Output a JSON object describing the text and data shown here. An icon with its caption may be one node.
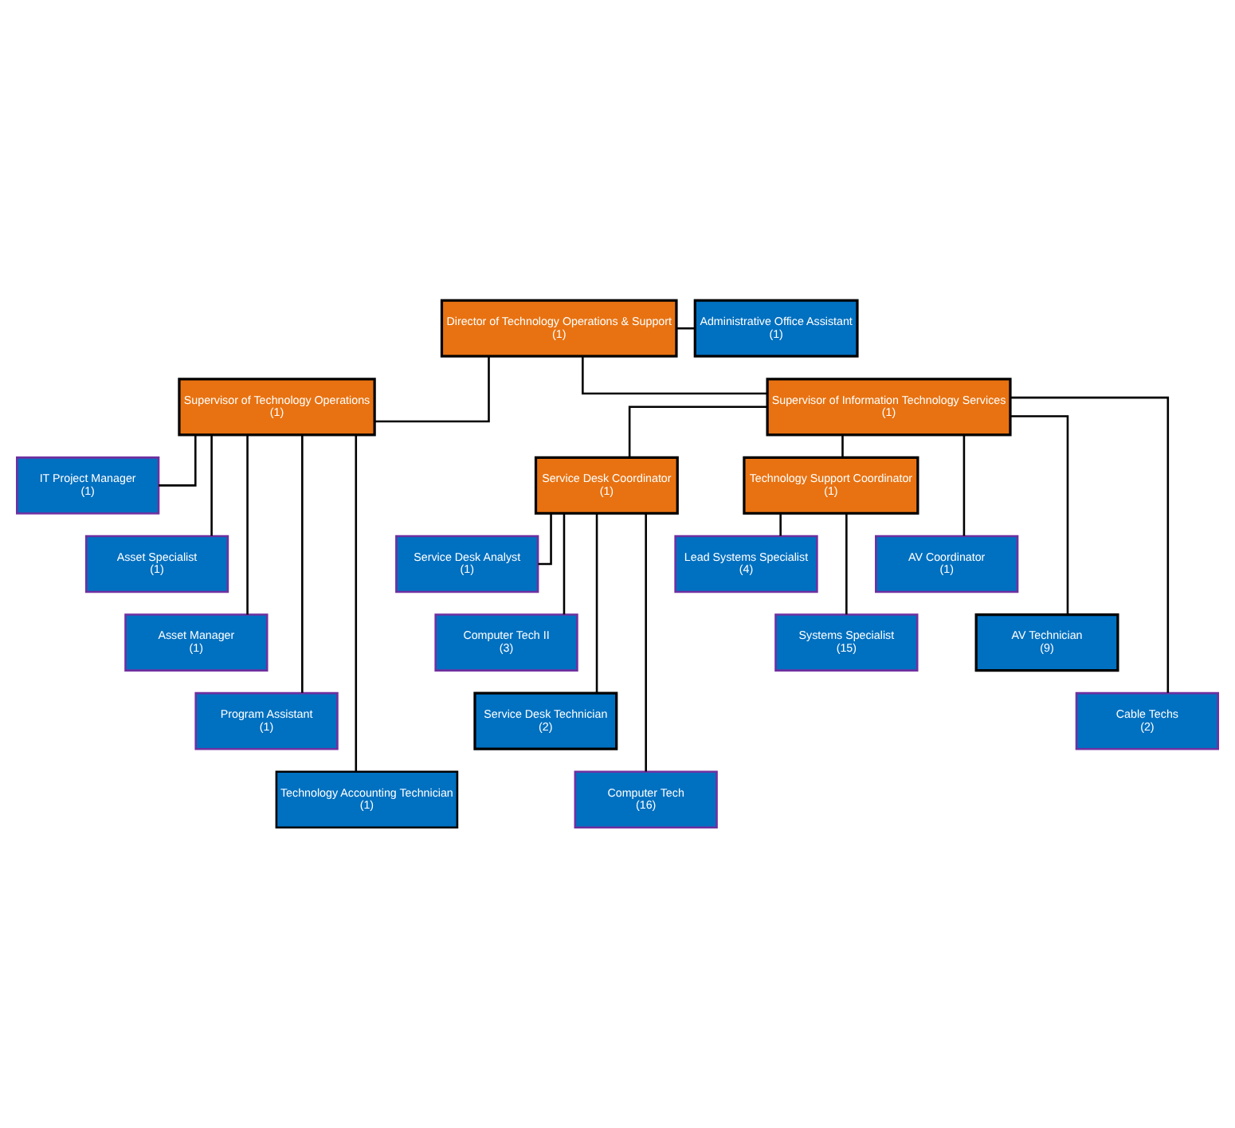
{
  "diagram": {
    "nodes": [
      {
        "text": [
          "Director of Technology Operations & Support",
          "(1)"
        ]
      },
      {
        "text": [
          "Administrative Office Assistant",
          "(1)"
        ]
      },
      {
        "text": [
          "Supervisor of Technology Operations",
          "(1)"
        ]
      },
      {
        "text": [
          "Supervisor of Information Technology Services",
          "(1)"
        ]
      },
      {
        "text": [
          "IT Project Manager",
          "(1)"
        ]
      },
      {
        "text": [
          "Asset Specialist",
          "(1)"
        ]
      },
      {
        "text": [
          "Asset Manager",
          "(1)"
        ]
      },
      {
        "text": [
          "Program Assistant",
          "(1)"
        ]
      },
      {
        "text": [
          "Technology Accounting Technician",
          "(1)"
        ]
      },
      {
        "text": [
          "Service Desk Coordinator",
          "(1)"
        ]
      },
      {
        "text": [
          "Technology Support Coordinator",
          "(1)"
        ]
      },
      {
        "text": [
          "AV Coordinator",
          "(1)"
        ]
      },
      {
        "text": [
          "Service Desk Analyst",
          "(1)"
        ]
      },
      {
        "text": [
          "Computer Tech II",
          "(3)"
        ]
      },
      {
        "text": [
          "Service Desk Technician",
          "(2)"
        ]
      },
      {
        "text": [
          "Computer Tech",
          "(16)"
        ]
      },
      {
        "text": [
          "Lead Systems Specialist",
          "(4)"
        ]
      },
      {
        "text": [
          "Systems Specialist",
          "(15)"
        ]
      },
      {
        "text": [
          "AV Technician",
          "(9)"
        ]
      },
      {
        "text": [
          "Cable Techs",
          "(2)"
        ]
      }
    ],
    "edges": [
      {
        "from": 0,
        "to": 1,
        "arrow": "none"
      },
      {
        "from": 0,
        "to": 2,
        "arrow": "none"
      },
      {
        "from": 0,
        "to": 3,
        "arrow": "none"
      },
      {
        "from": 2,
        "to": 4,
        "arrow": "none"
      },
      {
        "from": 2,
        "to": 5,
        "arrow": "none"
      },
      {
        "from": 2,
        "to": 6,
        "arrow": "none"
      },
      {
        "from": 2,
        "to": 7,
        "arrow": "none"
      },
      {
        "from": 2,
        "to": 8,
        "arrow": "none"
      },
      {
        "from": 3,
        "to": 9,
        "arrow": "none"
      },
      {
        "from": 3,
        "to": 10,
        "arrow": "none"
      },
      {
        "from": 3,
        "to": 11,
        "arrow": "none"
      },
      {
        "from": 3,
        "to": 18,
        "arrow": "none"
      },
      {
        "from": 3,
        "to": 19,
        "arrow": "none"
      },
      {
        "from": 9,
        "to": 12,
        "arrow": "none"
      },
      {
        "from": 9,
        "to": 13,
        "arrow": "none"
      },
      {
        "from": 9,
        "to": 14,
        "arrow": "none"
      },
      {
        "from": 9,
        "to": 15,
        "arrow": "none"
      },
      {
        "from": 10,
        "to": 16,
        "arrow": "none"
      },
      {
        "from": 10,
        "to": 17,
        "arrow": "none"
      }
    ]
  }
}
